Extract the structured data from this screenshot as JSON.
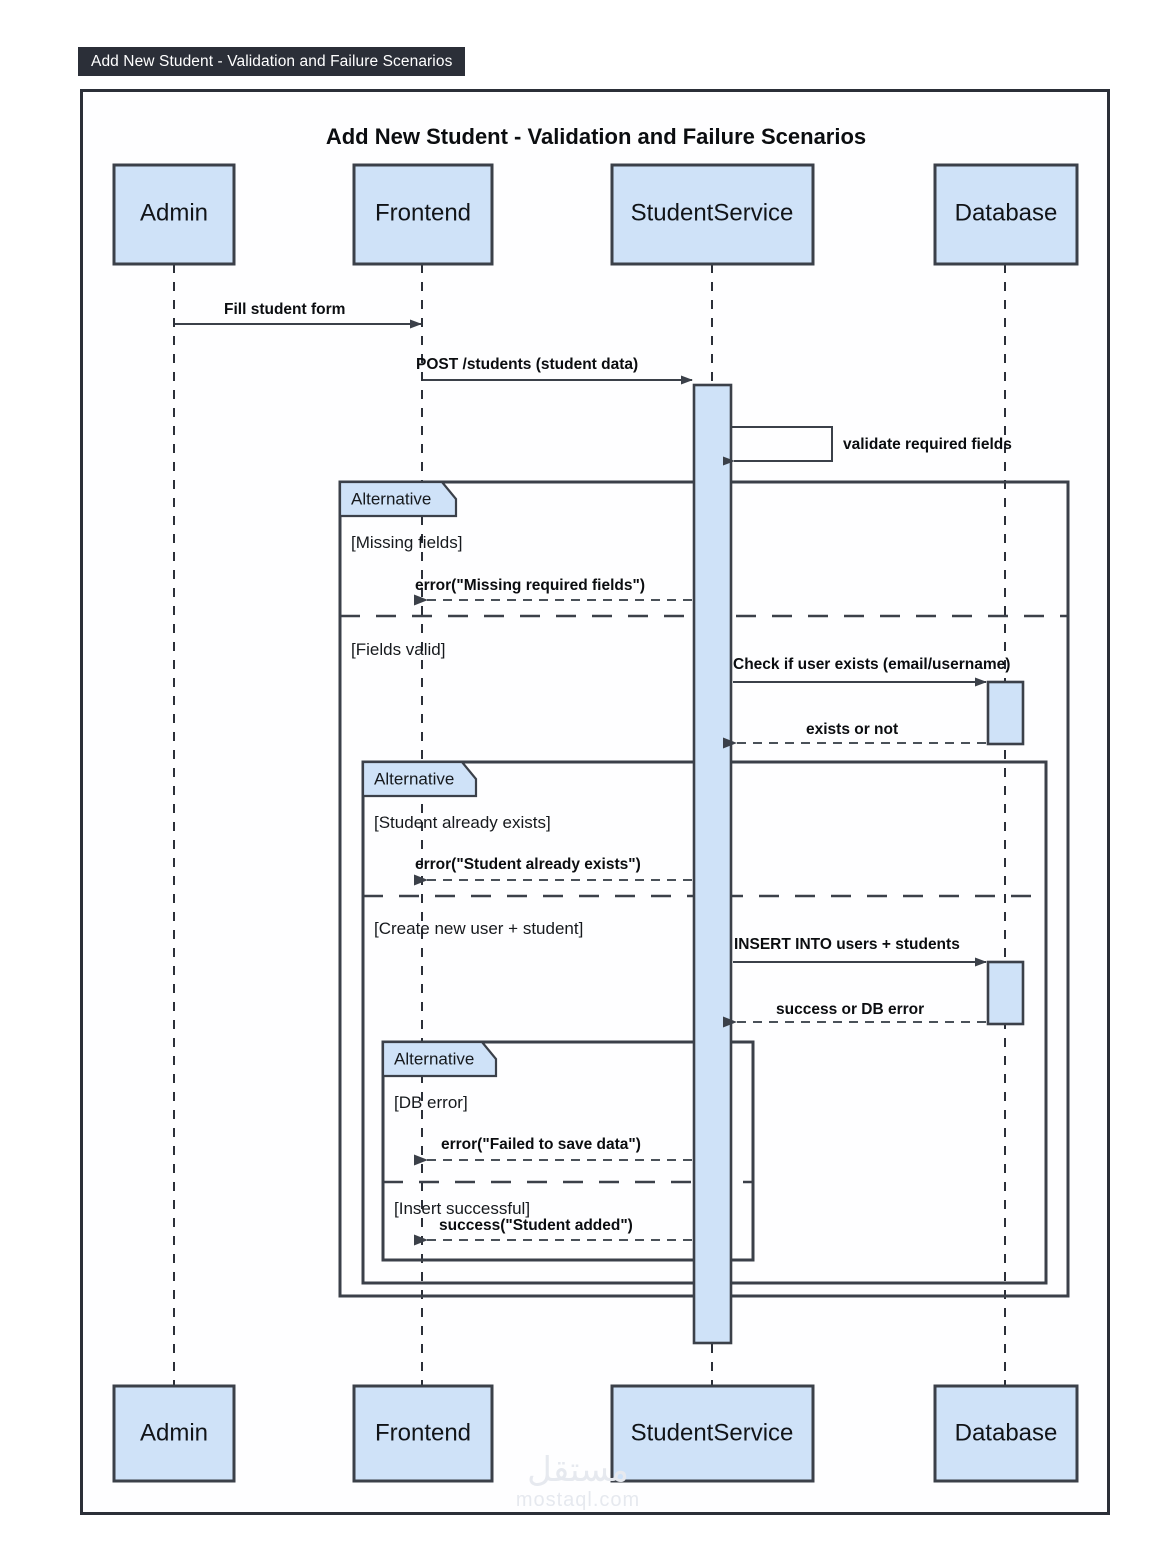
{
  "window": {
    "title_tab": "Add New Student - Validation and Failure Scenarios"
  },
  "diagram": {
    "title": "Add New Student - Validation and Failure Scenarios",
    "type": "uml-sequence-diagram",
    "colors": {
      "participant_fill": "#cfe2f8",
      "stroke": "#3b4049",
      "title_tab_bg": "#2b2f38",
      "canvas": "#ffffff"
    },
    "participants": [
      {
        "name": "Admin"
      },
      {
        "name": "Frontend"
      },
      {
        "name": "StudentService"
      },
      {
        "name": "Database"
      }
    ],
    "participants_bottom": [
      {
        "name": "Admin"
      },
      {
        "name": "Frontend"
      },
      {
        "name": "StudentService"
      },
      {
        "name": "Database"
      }
    ],
    "messages": [
      {
        "id": "m1",
        "from": "Admin",
        "to": "Frontend",
        "label": "Fill student form",
        "style": "solid"
      },
      {
        "id": "m2",
        "from": "Frontend",
        "to": "StudentService",
        "label": "POST /students (student data)",
        "style": "solid"
      },
      {
        "id": "m3",
        "from": "StudentService",
        "to": "StudentService",
        "label": "validate required fields",
        "style": "self"
      },
      {
        "id": "m4",
        "from": "StudentService",
        "to": "Frontend",
        "label": "error(\"Missing required fields\")",
        "style": "dashed"
      },
      {
        "id": "m5",
        "from": "StudentService",
        "to": "Database",
        "label": "Check if user exists (email/username)",
        "style": "solid"
      },
      {
        "id": "m6",
        "from": "Database",
        "to": "StudentService",
        "label": "exists or not",
        "style": "dashed"
      },
      {
        "id": "m7",
        "from": "StudentService",
        "to": "Frontend",
        "label": "error(\"Student already exists\")",
        "style": "dashed"
      },
      {
        "id": "m8",
        "from": "StudentService",
        "to": "Database",
        "label": "INSERT INTO users + students",
        "style": "solid"
      },
      {
        "id": "m9",
        "from": "Database",
        "to": "StudentService",
        "label": "success or DB error",
        "style": "dashed"
      },
      {
        "id": "m10",
        "from": "StudentService",
        "to": "Frontend",
        "label": "error(\"Failed to save data\")",
        "style": "dashed"
      },
      {
        "id": "m11",
        "from": "StudentService",
        "to": "Frontend",
        "label": "success(\"Student added\")",
        "style": "dashed"
      }
    ],
    "fragments": [
      {
        "id": "alt1",
        "operator": "Alternative",
        "guards": [
          "[Missing fields]",
          "[Fields valid]"
        ]
      },
      {
        "id": "alt2",
        "operator": "Alternative",
        "guards": [
          "[Student already exists]",
          "[Create new user + student]"
        ]
      },
      {
        "id": "alt3",
        "operator": "Alternative",
        "guards": [
          "[DB error]",
          "[Insert successful]"
        ]
      }
    ]
  },
  "watermark": {
    "arabic": "مستقل",
    "latin": "mostaql.com"
  }
}
